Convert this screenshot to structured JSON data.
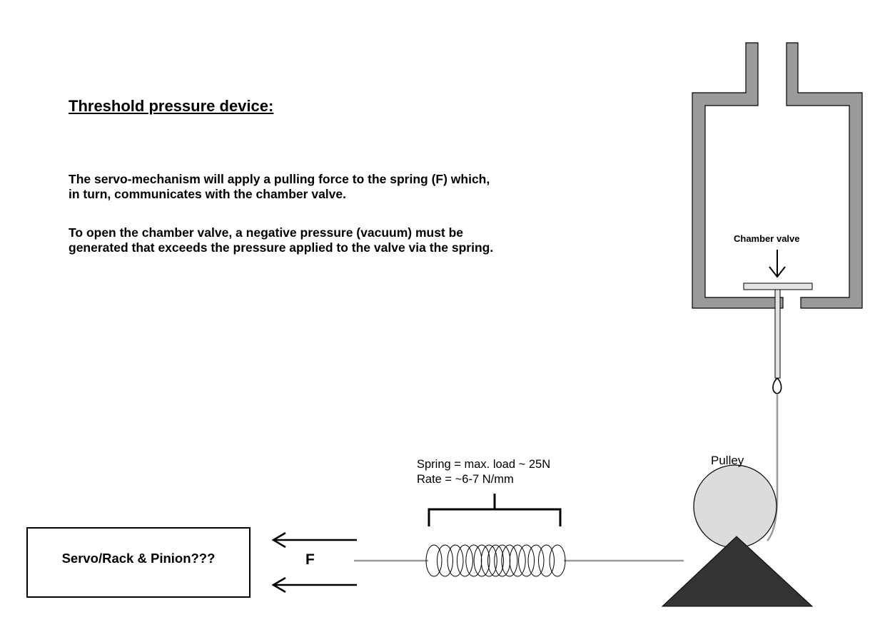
{
  "heading": "Threshold pressure device:",
  "paragraphs": {
    "p1_line1": "The servo-mechanism will apply a pulling force to the spring (F) which,",
    "p1_line2": "in turn, communicates with the chamber valve.",
    "p2_line1": "To open the chamber valve, a negative pressure (vacuum) must be",
    "p2_line2": "generated that exceeds the pressure applied to the valve via the spring."
  },
  "labels": {
    "servo_box": "Servo/Rack & Pinion???",
    "force": "F",
    "spring_line1": "Spring = max. load ~ 25N",
    "spring_line2": "Rate = ~6-7 N/mm",
    "pulley": "Pulley",
    "chamber_valve": "Chamber valve"
  },
  "colors": {
    "outline": "#000000",
    "chamber_fill": "#9a9a9a",
    "pulley_fill": "#dcdcdc",
    "valve_fill": "#e4e4e4",
    "support_fill": "#333333",
    "wire": "#9a9a9a"
  },
  "spring": {
    "coil_count": 15
  }
}
